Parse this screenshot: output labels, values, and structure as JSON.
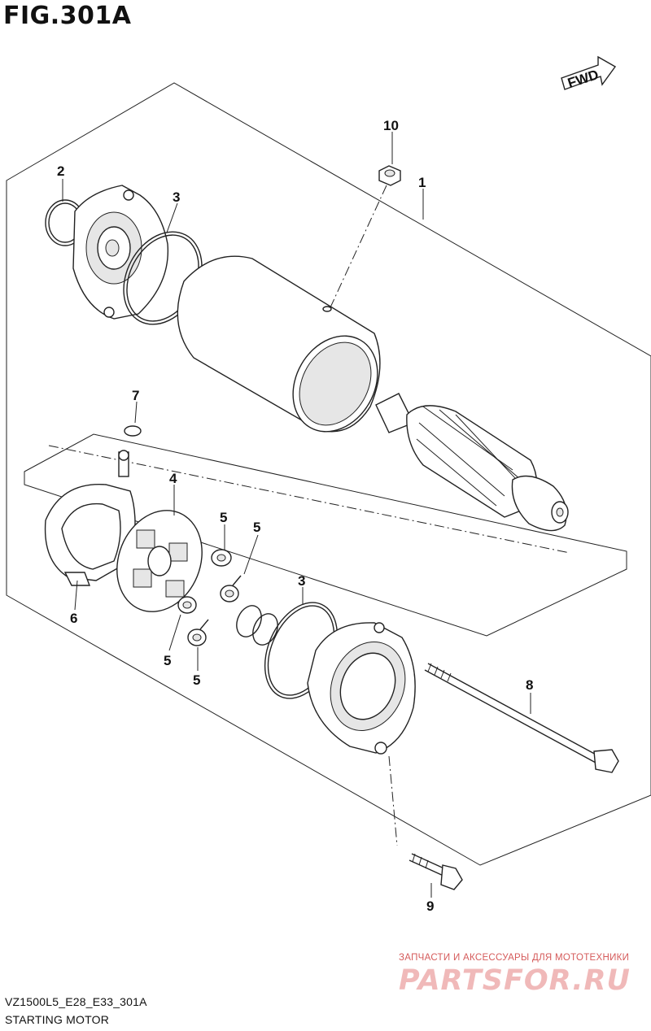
{
  "figure": {
    "title": "FIG.301A",
    "code": "VZ1500L5_E28_E33_301A",
    "caption": "STARTING MOTOR",
    "fwd_label": "FWD"
  },
  "callouts": [
    "1",
    "2",
    "3",
    "3",
    "4",
    "5",
    "5",
    "5",
    "5",
    "6",
    "7",
    "8",
    "9",
    "10"
  ],
  "watermark": {
    "line1": "ЗАПЧАСТИ И АКСЕССУАРЫ ДЛЯ МОТОТЕХНИКИ",
    "logo": "PARTSFOR.RU"
  }
}
